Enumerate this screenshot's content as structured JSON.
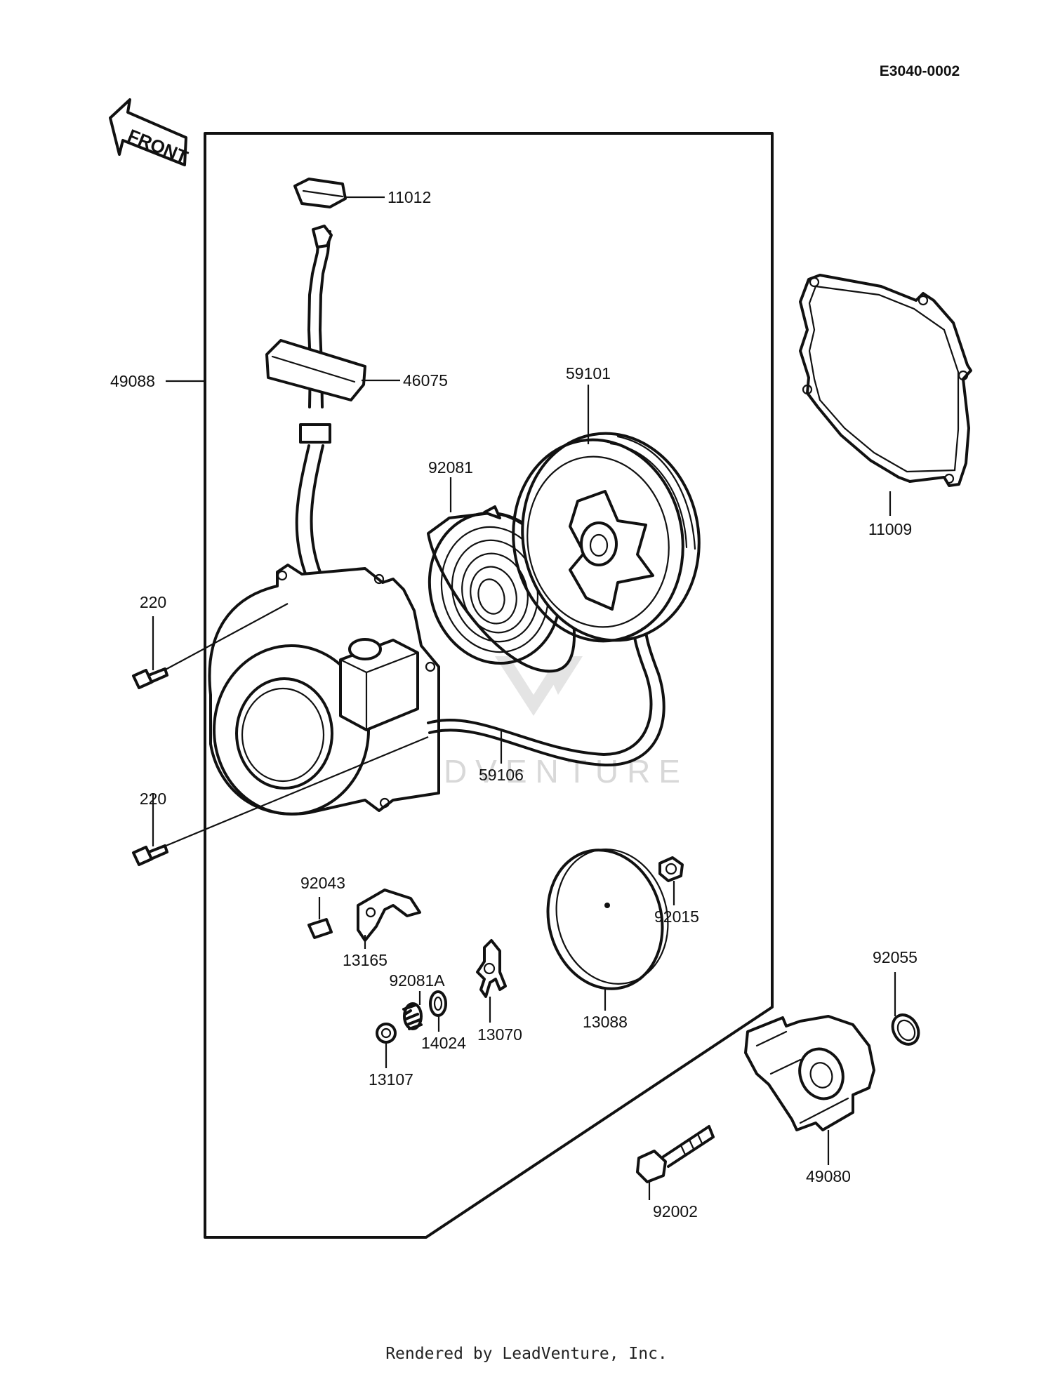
{
  "diagram": {
    "code": "E3040-0002",
    "front_label": "FRONT",
    "watermark": "LEADVENTURE",
    "footer": "Rendered by LeadVenture, Inc.",
    "parts": [
      {
        "id": "p11012",
        "number": "11012"
      },
      {
        "id": "p49088",
        "number": "49088"
      },
      {
        "id": "p46075",
        "number": "46075"
      },
      {
        "id": "p59101",
        "number": "59101"
      },
      {
        "id": "p92081",
        "number": "92081"
      },
      {
        "id": "p11009",
        "number": "11009"
      },
      {
        "id": "p220a",
        "number": "220"
      },
      {
        "id": "p220b",
        "number": "220"
      },
      {
        "id": "p59106",
        "number": "59106"
      },
      {
        "id": "p92043",
        "number": "92043"
      },
      {
        "id": "p13165",
        "number": "13165"
      },
      {
        "id": "p92081A",
        "number": "92081A"
      },
      {
        "id": "p14024",
        "number": "14024"
      },
      {
        "id": "p13107",
        "number": "13107"
      },
      {
        "id": "p13070",
        "number": "13070"
      },
      {
        "id": "p13088",
        "number": "13088"
      },
      {
        "id": "p92015",
        "number": "92015"
      },
      {
        "id": "p92055",
        "number": "92055"
      },
      {
        "id": "p49080",
        "number": "49080"
      },
      {
        "id": "p92002",
        "number": "92002"
      }
    ]
  }
}
